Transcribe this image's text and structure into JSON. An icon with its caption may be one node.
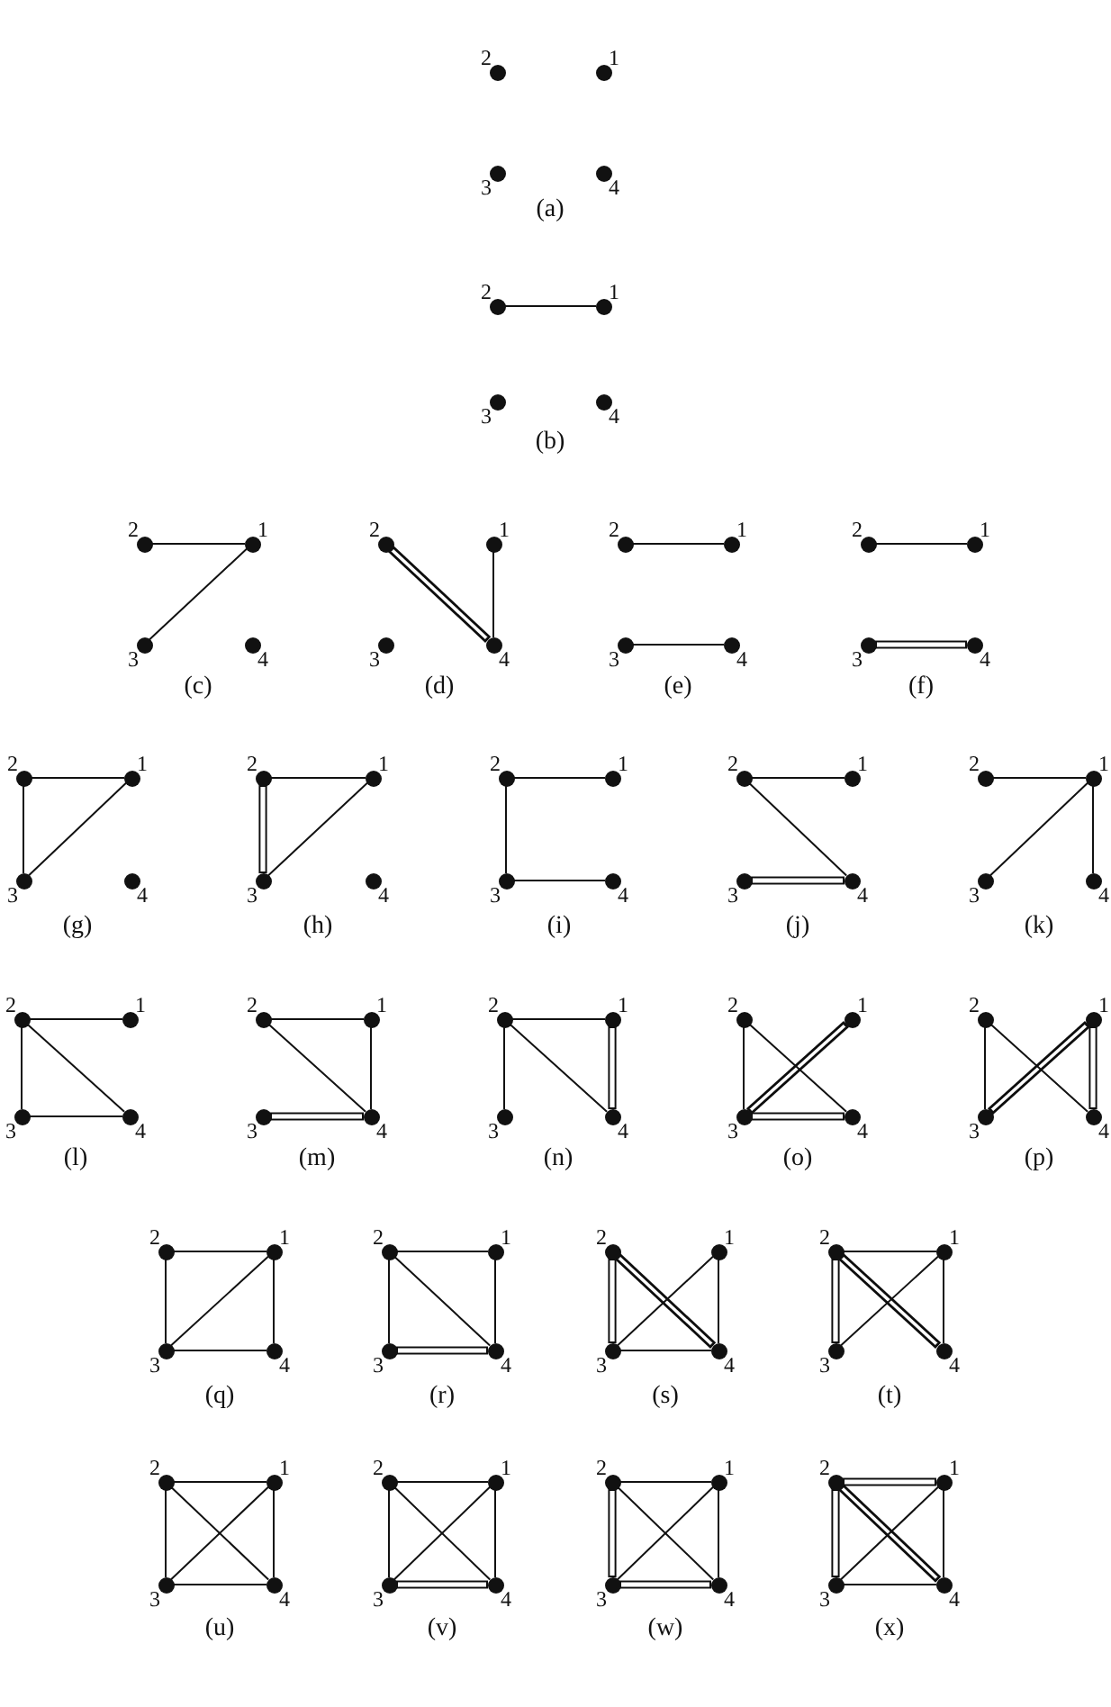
{
  "diagram": {
    "nodes": [
      {
        "text": [],
        "shape": "circle",
        "beside": [
          "2"
        ]
      },
      {
        "text": [],
        "shape": "circle",
        "beside": [
          "1"
        ]
      },
      {
        "text": [],
        "shape": "circle",
        "beside": [
          "3"
        ]
      },
      {
        "text": [],
        "shape": "circle",
        "beside": [
          "4"
        ]
      },
      {
        "text": [],
        "shape": "circle",
        "beside": [
          "2"
        ]
      },
      {
        "text": [],
        "shape": "circle",
        "beside": [
          "1"
        ]
      },
      {
        "text": [],
        "shape": "circle",
        "beside": [
          "3"
        ]
      },
      {
        "text": [],
        "shape": "circle",
        "beside": [
          "4"
        ]
      },
      {
        "text": [],
        "shape": "circle",
        "beside": [
          "2"
        ]
      },
      {
        "text": [],
        "shape": "circle",
        "beside": [
          "1"
        ]
      },
      {
        "text": [],
        "shape": "circle",
        "beside": [
          "3"
        ]
      },
      {
        "text": [],
        "shape": "circle",
        "beside": [
          "4"
        ]
      },
      {
        "text": [],
        "shape": "circle",
        "beside": [
          "2"
        ]
      },
      {
        "text": [],
        "shape": "circle",
        "beside": [
          "1"
        ]
      },
      {
        "text": [],
        "shape": "circle",
        "beside": [
          "3"
        ]
      },
      {
        "text": [],
        "shape": "circle",
        "beside": [
          "4"
        ]
      },
      {
        "text": [],
        "shape": "circle",
        "beside": [
          "2"
        ]
      },
      {
        "text": [],
        "shape": "circle",
        "beside": [
          "1"
        ]
      },
      {
        "text": [],
        "shape": "circle",
        "beside": [
          "3"
        ]
      },
      {
        "text": [],
        "shape": "circle",
        "beside": [
          "4"
        ]
      },
      {
        "text": [],
        "shape": "circle",
        "beside": [
          "2"
        ]
      },
      {
        "text": [],
        "shape": "circle",
        "beside": [
          "1"
        ]
      },
      {
        "text": [],
        "shape": "circle",
        "beside": [
          "3"
        ]
      },
      {
        "text": [],
        "shape": "circle",
        "beside": [
          "4"
        ]
      },
      {
        "text": [],
        "shape": "circle",
        "beside": [
          "2"
        ]
      },
      {
        "text": [],
        "shape": "circle",
        "beside": [
          "1"
        ]
      },
      {
        "text": [],
        "shape": "circle",
        "beside": [
          "3"
        ]
      },
      {
        "text": [],
        "shape": "circle",
        "beside": [
          "4"
        ]
      },
      {
        "text": [],
        "shape": "circle",
        "beside": [
          "2"
        ]
      },
      {
        "text": [],
        "shape": "circle",
        "beside": [
          "1"
        ]
      },
      {
        "text": [],
        "shape": "circle",
        "beside": [
          "3"
        ]
      },
      {
        "text": [],
        "shape": "circle",
        "beside": [
          "4"
        ]
      },
      {
        "text": [],
        "shape": "circle",
        "beside": [
          "2"
        ]
      },
      {
        "text": [],
        "shape": "circle",
        "beside": [
          "1"
        ]
      },
      {
        "text": [],
        "shape": "circle",
        "beside": [
          "3"
        ]
      },
      {
        "text": [],
        "shape": "circle",
        "beside": [
          "4"
        ]
      },
      {
        "text": [],
        "shape": "circle",
        "beside": [
          "2"
        ]
      },
      {
        "text": [],
        "shape": "circle",
        "beside": [
          "1"
        ]
      },
      {
        "text": [],
        "shape": "circle",
        "beside": [
          "3"
        ]
      },
      {
        "text": [],
        "shape": "circle",
        "beside": [
          "4"
        ]
      },
      {
        "text": [],
        "shape": "circle",
        "beside": [
          "2"
        ]
      },
      {
        "text": [],
        "shape": "circle",
        "beside": [
          "1"
        ]
      },
      {
        "text": [],
        "shape": "circle",
        "beside": [
          "3"
        ]
      },
      {
        "text": [],
        "shape": "circle",
        "beside": [
          "4"
        ]
      },
      {
        "text": [],
        "shape": "circle",
        "beside": [
          "2"
        ]
      },
      {
        "text": [],
        "shape": "circle",
        "beside": [
          "1"
        ]
      },
      {
        "text": [],
        "shape": "circle",
        "beside": [
          "3"
        ]
      },
      {
        "text": [],
        "shape": "circle",
        "beside": [
          "4"
        ]
      },
      {
        "text": [],
        "shape": "circle",
        "beside": [
          "2"
        ]
      },
      {
        "text": [],
        "shape": "circle",
        "beside": [
          "1"
        ]
      },
      {
        "text": [],
        "shape": "circle",
        "beside": [
          "3"
        ]
      },
      {
        "text": [],
        "shape": "circle",
        "beside": [
          "4"
        ]
      },
      {
        "text": [],
        "shape": "circle",
        "beside": [
          "2"
        ]
      },
      {
        "text": [],
        "shape": "circle",
        "beside": [
          "1"
        ]
      },
      {
        "text": [],
        "shape": "circle",
        "beside": [
          "3"
        ]
      },
      {
        "text": [],
        "shape": "circle",
        "beside": [
          "4"
        ]
      },
      {
        "text": [],
        "shape": "circle",
        "beside": [
          "2"
        ]
      },
      {
        "text": [],
        "shape": "circle",
        "beside": [
          "1"
        ]
      },
      {
        "text": [],
        "shape": "circle",
        "beside": [
          "3"
        ]
      },
      {
        "text": [],
        "shape": "circle",
        "beside": [
          "4"
        ]
      },
      {
        "text": [],
        "shape": "circle",
        "beside": [
          "2"
        ]
      },
      {
        "text": [],
        "shape": "circle",
        "beside": [
          "1"
        ]
      },
      {
        "text": [],
        "shape": "circle",
        "beside": [
          "3"
        ]
      },
      {
        "text": [],
        "shape": "circle",
        "beside": [
          "4"
        ]
      },
      {
        "text": [],
        "shape": "circle",
        "beside": [
          "2"
        ]
      },
      {
        "text": [],
        "shape": "circle",
        "beside": [
          "1"
        ]
      },
      {
        "text": [],
        "shape": "circle",
        "beside": [
          "3"
        ]
      },
      {
        "text": [],
        "shape": "circle",
        "beside": [
          "4"
        ]
      },
      {
        "text": [],
        "shape": "circle",
        "beside": [
          "2"
        ]
      },
      {
        "text": [],
        "shape": "circle",
        "beside": [
          "1"
        ]
      },
      {
        "text": [],
        "shape": "circle",
        "beside": [
          "3"
        ]
      },
      {
        "text": [],
        "shape": "circle",
        "beside": [
          "4"
        ]
      },
      {
        "text": [],
        "shape": "circle",
        "beside": [
          "2"
        ]
      },
      {
        "text": [],
        "shape": "circle",
        "beside": [
          "1"
        ]
      },
      {
        "text": [],
        "shape": "circle",
        "beside": [
          "3"
        ]
      },
      {
        "text": [],
        "shape": "circle",
        "beside": [
          "4"
        ]
      },
      {
        "text": [],
        "shape": "circle",
        "beside": [
          "2"
        ]
      },
      {
        "text": [],
        "shape": "circle",
        "beside": [
          "1"
        ]
      },
      {
        "text": [],
        "shape": "circle",
        "beside": [
          "3"
        ]
      },
      {
        "text": [],
        "shape": "circle",
        "beside": [
          "4"
        ]
      },
      {
        "text": [],
        "shape": "circle",
        "beside": [
          "2"
        ]
      },
      {
        "text": [],
        "shape": "circle",
        "beside": [
          "1"
        ]
      },
      {
        "text": [],
        "shape": "circle",
        "beside": [
          "3"
        ]
      },
      {
        "text": [],
        "shape": "circle",
        "beside": [
          "4"
        ]
      },
      {
        "text": [],
        "shape": "circle",
        "beside": [
          "2"
        ]
      },
      {
        "text": [],
        "shape": "circle",
        "beside": [
          "1"
        ]
      },
      {
        "text": [],
        "shape": "circle",
        "beside": [
          "3"
        ]
      },
      {
        "text": [],
        "shape": "circle",
        "beside": [
          "4"
        ]
      },
      {
        "text": [],
        "shape": "circle",
        "beside": [
          "2"
        ]
      },
      {
        "text": [],
        "shape": "circle",
        "beside": [
          "1"
        ]
      },
      {
        "text": [],
        "shape": "circle",
        "beside": [
          "3"
        ]
      },
      {
        "text": [],
        "shape": "circle",
        "beside": [
          "4"
        ]
      },
      {
        "text": [],
        "shape": "circle",
        "beside": [
          "2"
        ]
      },
      {
        "text": [],
        "shape": "circle",
        "beside": [
          "1"
        ]
      },
      {
        "text": [],
        "shape": "circle",
        "beside": [
          "3"
        ]
      },
      {
        "text": [],
        "shape": "circle",
        "beside": [
          "4"
        ]
      }
    ],
    "edges": [
      {
        "from": 4,
        "to": 5,
        "arrow": "none"
      },
      {
        "from": 8,
        "to": 9,
        "arrow": "none"
      },
      {
        "from": 10,
        "to": 9,
        "arrow": "none"
      },
      {
        "from": 12,
        "to": 15,
        "arrow": "none",
        "style": "thick"
      },
      {
        "from": 13,
        "to": 15,
        "arrow": "none"
      },
      {
        "from": 16,
        "to": 17,
        "arrow": "none"
      },
      {
        "from": 18,
        "to": 19,
        "arrow": "none"
      },
      {
        "from": 20,
        "to": 21,
        "arrow": "none"
      },
      {
        "from": 22,
        "to": 23,
        "arrow": "none",
        "style": "thick"
      },
      {
        "from": 24,
        "to": 25,
        "arrow": "none"
      },
      {
        "from": 24,
        "to": 26,
        "arrow": "none"
      },
      {
        "from": 26,
        "to": 25,
        "arrow": "none"
      },
      {
        "from": 28,
        "to": 29,
        "arrow": "none"
      },
      {
        "from": 28,
        "to": 30,
        "arrow": "none",
        "style": "thick"
      },
      {
        "from": 30,
        "to": 29,
        "arrow": "none"
      },
      {
        "from": 32,
        "to": 33,
        "arrow": "none"
      },
      {
        "from": 32,
        "to": 34,
        "arrow": "none"
      },
      {
        "from": 34,
        "to": 35,
        "arrow": "none"
      },
      {
        "from": 36,
        "to": 37,
        "arrow": "none"
      },
      {
        "from": 36,
        "to": 39,
        "arrow": "none"
      },
      {
        "from": 38,
        "to": 39,
        "arrow": "none",
        "style": "thick"
      },
      {
        "from": 40,
        "to": 41,
        "arrow": "none"
      },
      {
        "from": 42,
        "to": 41,
        "arrow": "none"
      },
      {
        "from": 41,
        "to": 43,
        "arrow": "none"
      },
      {
        "from": 44,
        "to": 45,
        "arrow": "none"
      },
      {
        "from": 44,
        "to": 46,
        "arrow": "none"
      },
      {
        "from": 44,
        "to": 47,
        "arrow": "none"
      },
      {
        "from": 46,
        "to": 47,
        "arrow": "none"
      },
      {
        "from": 48,
        "to": 49,
        "arrow": "none"
      },
      {
        "from": 48,
        "to": 51,
        "arrow": "none"
      },
      {
        "from": 49,
        "to": 51,
        "arrow": "none"
      },
      {
        "from": 50,
        "to": 51,
        "arrow": "none",
        "style": "thick"
      },
      {
        "from": 52,
        "to": 53,
        "arrow": "none"
      },
      {
        "from": 52,
        "to": 54,
        "arrow": "none"
      },
      {
        "from": 52,
        "to": 55,
        "arrow": "none"
      },
      {
        "from": 53,
        "to": 55,
        "arrow": "none",
        "style": "thick"
      },
      {
        "from": 56,
        "to": 58,
        "arrow": "none"
      },
      {
        "from": 56,
        "to": 59,
        "arrow": "none"
      },
      {
        "from": 58,
        "to": 57,
        "arrow": "none",
        "style": "thick"
      },
      {
        "from": 58,
        "to": 59,
        "arrow": "none",
        "style": "thick"
      },
      {
        "from": 60,
        "to": 62,
        "arrow": "none"
      },
      {
        "from": 60,
        "to": 63,
        "arrow": "none"
      },
      {
        "from": 62,
        "to": 61,
        "arrow": "none",
        "style": "thick"
      },
      {
        "from": 61,
        "to": 63,
        "arrow": "none",
        "style": "thick"
      },
      {
        "from": 64,
        "to": 65,
        "arrow": "none"
      },
      {
        "from": 64,
        "to": 66,
        "arrow": "none"
      },
      {
        "from": 66,
        "to": 65,
        "arrow": "none"
      },
      {
        "from": 65,
        "to": 67,
        "arrow": "none"
      },
      {
        "from": 66,
        "to": 67,
        "arrow": "none"
      },
      {
        "from": 68,
        "to": 69,
        "arrow": "none"
      },
      {
        "from": 68,
        "to": 70,
        "arrow": "none"
      },
      {
        "from": 68,
        "to": 71,
        "arrow": "none"
      },
      {
        "from": 69,
        "to": 71,
        "arrow": "none"
      },
      {
        "from": 70,
        "to": 71,
        "arrow": "none",
        "style": "thick"
      },
      {
        "from": 72,
        "to": 74,
        "arrow": "none",
        "style": "thick"
      },
      {
        "from": 72,
        "to": 75,
        "arrow": "none",
        "style": "thick"
      },
      {
        "from": 74,
        "to": 73,
        "arrow": "none"
      },
      {
        "from": 73,
        "to": 75,
        "arrow": "none"
      },
      {
        "from": 74,
        "to": 75,
        "arrow": "none"
      },
      {
        "from": 76,
        "to": 77,
        "arrow": "none"
      },
      {
        "from": 76,
        "to": 78,
        "arrow": "none",
        "style": "thick"
      },
      {
        "from": 76,
        "to": 79,
        "arrow": "none",
        "style": "thick"
      },
      {
        "from": 78,
        "to": 77,
        "arrow": "none"
      },
      {
        "from": 77,
        "to": 79,
        "arrow": "none"
      },
      {
        "from": 80,
        "to": 81,
        "arrow": "none"
      },
      {
        "from": 80,
        "to": 82,
        "arrow": "none"
      },
      {
        "from": 80,
        "to": 83,
        "arrow": "none"
      },
      {
        "from": 81,
        "to": 82,
        "arrow": "none"
      },
      {
        "from": 81,
        "to": 83,
        "arrow": "none"
      },
      {
        "from": 82,
        "to": 83,
        "arrow": "none"
      },
      {
        "from": 84,
        "to": 85,
        "arrow": "none"
      },
      {
        "from": 84,
        "to": 86,
        "arrow": "none"
      },
      {
        "from": 84,
        "to": 87,
        "arrow": "none"
      },
      {
        "from": 85,
        "to": 86,
        "arrow": "none"
      },
      {
        "from": 85,
        "to": 87,
        "arrow": "none"
      },
      {
        "from": 86,
        "to": 87,
        "arrow": "none",
        "style": "thick"
      },
      {
        "from": 88,
        "to": 89,
        "arrow": "none"
      },
      {
        "from": 88,
        "to": 90,
        "arrow": "none",
        "style": "thick"
      },
      {
        "from": 88,
        "to": 91,
        "arrow": "none"
      },
      {
        "from": 89,
        "to": 90,
        "arrow": "none"
      },
      {
        "from": 89,
        "to": 91,
        "arrow": "none"
      },
      {
        "from": 90,
        "to": 91,
        "arrow": "none",
        "style": "thick"
      },
      {
        "from": 92,
        "to": 93,
        "arrow": "none",
        "style": "thick"
      },
      {
        "from": 92,
        "to": 94,
        "arrow": "none",
        "style": "thick"
      },
      {
        "from": 92,
        "to": 95,
        "arrow": "none",
        "style": "thick"
      },
      {
        "from": 93,
        "to": 94,
        "arrow": "none"
      },
      {
        "from": 93,
        "to": 95,
        "arrow": "none"
      },
      {
        "from": 94,
        "to": 95,
        "arrow": "none"
      }
    ],
    "labels": [
      "(a)",
      "(b)",
      "(c)",
      "(d)",
      "(e)",
      "(f)",
      "(g)",
      "(h)",
      "(i)",
      "(j)",
      "(k)",
      "(l)",
      "(m)",
      "(n)",
      "(o)",
      "(p)",
      "(q)",
      "(r)",
      "(s)",
      "(t)",
      "(u)",
      "(v)",
      "(w)",
      "(x)"
    ]
  }
}
